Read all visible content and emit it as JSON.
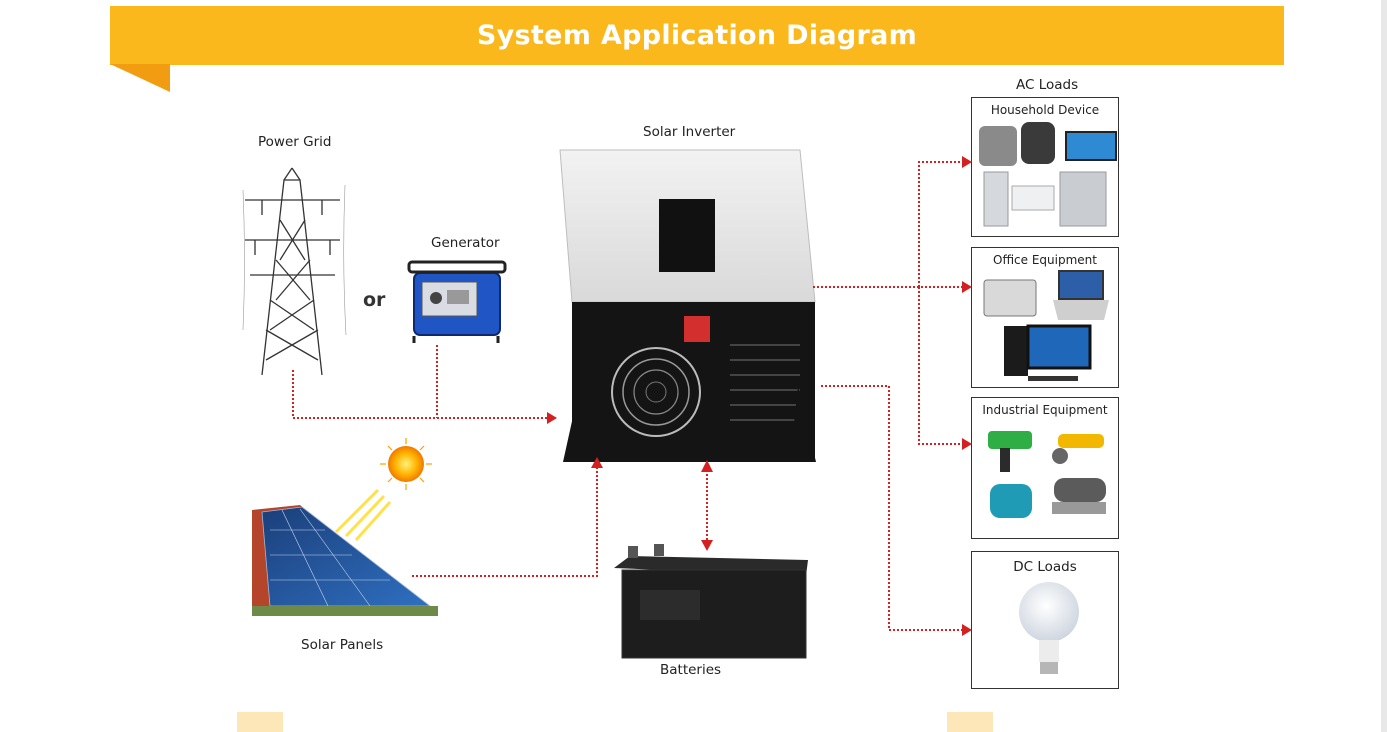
{
  "header": {
    "title": "System Application Diagram"
  },
  "sources": {
    "power_grid": "Power Grid",
    "or": "or",
    "generator": "Generator",
    "solar_panels": "Solar Panels"
  },
  "center": {
    "inverter": "Solar Inverter",
    "batteries": "Batteries"
  },
  "loads": {
    "ac_title": "AC Loads",
    "boxes": [
      {
        "title": "Household Device"
      },
      {
        "title": "Office Equipment"
      },
      {
        "title": "Industrial Equipment"
      },
      {
        "title": "DC Loads"
      }
    ]
  },
  "colors": {
    "banner": "#fbb81c",
    "banner_tab": "#f29c12",
    "arrow": "#d42020"
  }
}
